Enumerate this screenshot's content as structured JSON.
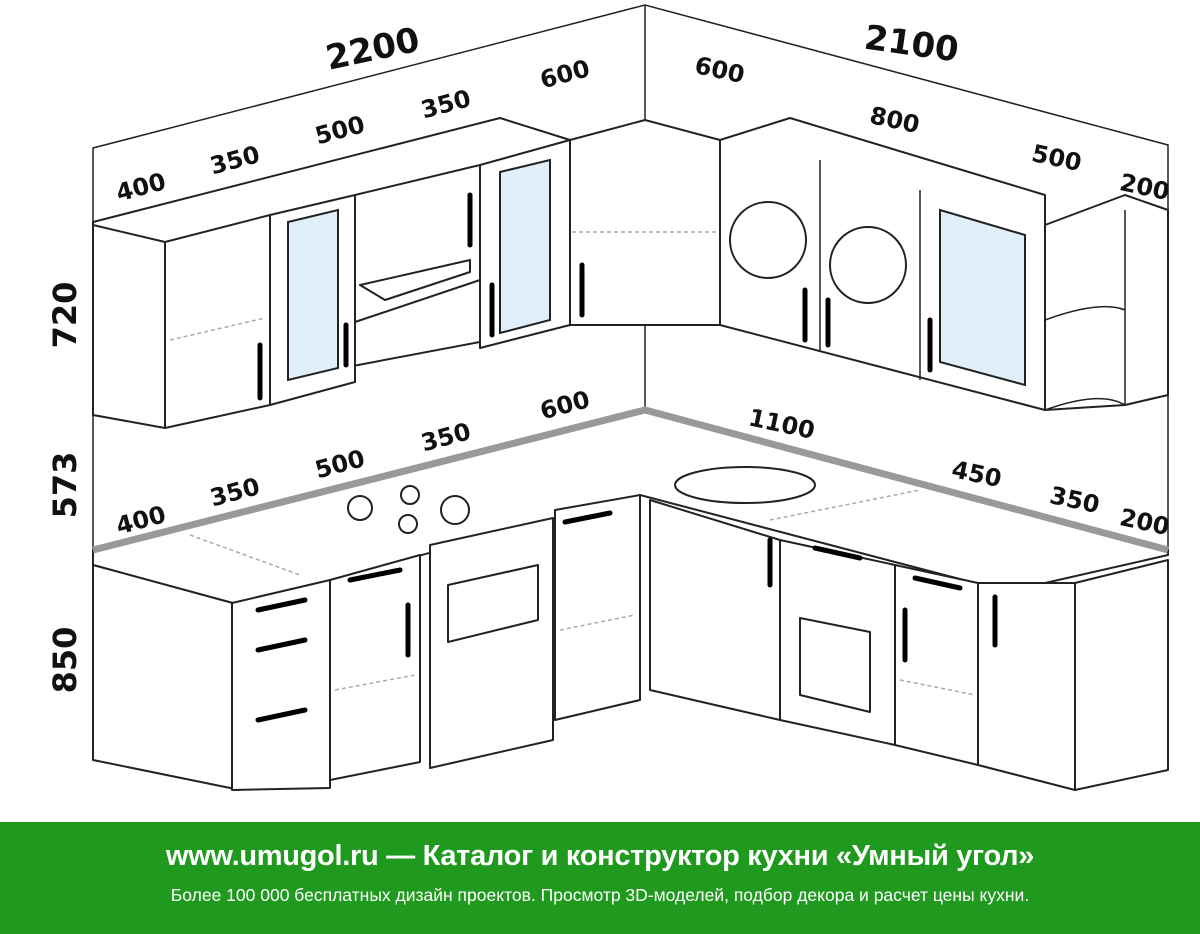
{
  "dimensions": {
    "overall_left": "2200",
    "overall_right": "2100",
    "upper": [
      "400",
      "350",
      "500",
      "350",
      "600",
      "600",
      "800",
      "500",
      "200"
    ],
    "heights": [
      "720",
      "573",
      "850"
    ],
    "lower": [
      "400",
      "350",
      "500",
      "350",
      "600",
      "1100",
      "450",
      "350",
      "200"
    ]
  },
  "footer": {
    "headline": "www.umugol.ru — Каталог и конструктор кухни «Умный угол»",
    "subline": "Более 100 000 бесплатных дизайн проектов. Просмотр 3D-моделей, подбор декора и расчет цены кухни."
  },
  "colors": {
    "footer_bg": "#1f9a1f",
    "countertop_edge": "#999999"
  }
}
